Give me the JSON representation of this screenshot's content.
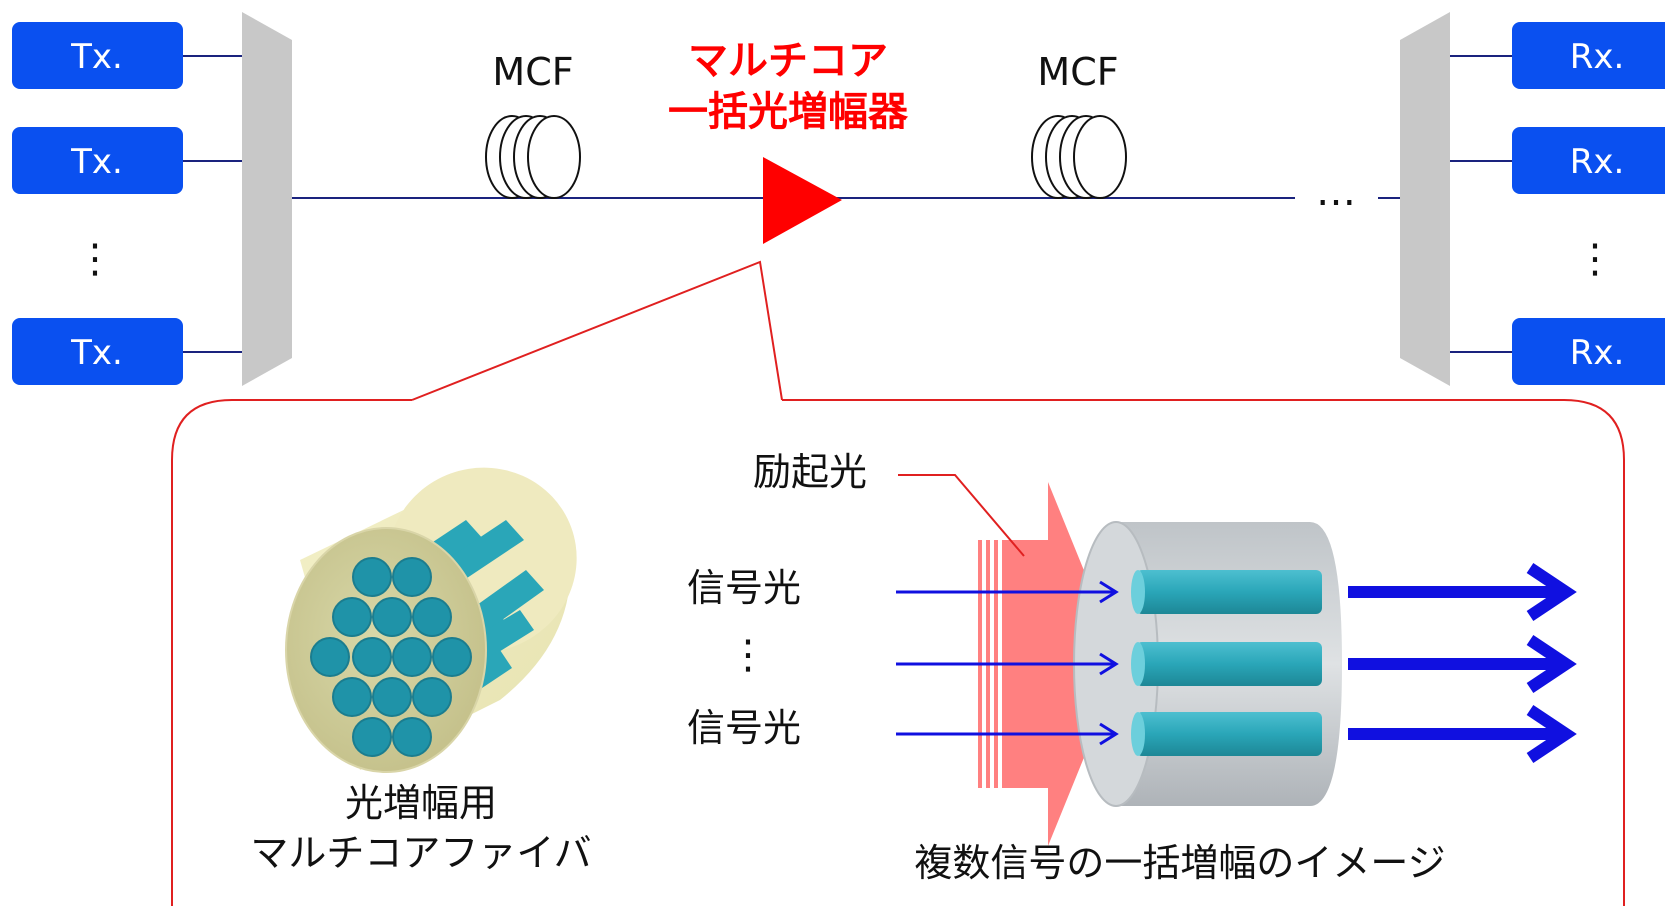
{
  "colors": {
    "box_blue": "#0a50f0",
    "mux_gray": "#c8c8c8",
    "line_navy": "#1a237e",
    "amp_red": "#ff0000",
    "pump_pink": "#ff8080",
    "signal_blue": "#1010e0",
    "core_teal": "#2aa6b8",
    "callout_red": "#e02020"
  },
  "transmitters": {
    "labels": [
      "Tx.",
      "Tx.",
      "Tx."
    ],
    "ellipsis": "⋮"
  },
  "receivers": {
    "labels": [
      "Rx.",
      "Rx.",
      "Rx."
    ],
    "ellipsis": "⋮"
  },
  "link": {
    "fiber_spans": [
      "MCF",
      "MCF"
    ],
    "amplifier_label_line1": "マルチコア",
    "amplifier_label_line2": "一括光増幅器",
    "continuation": "…"
  },
  "detail": {
    "fiber_caption_line1": "光増幅用",
    "fiber_caption_line2": "マルチコアファイバ",
    "pump_label": "励起光",
    "signal_labels": [
      "信号光",
      "信号光"
    ],
    "signal_ellipsis": "⋮",
    "image_caption": "複数信号の一括増幅のイメージ"
  }
}
